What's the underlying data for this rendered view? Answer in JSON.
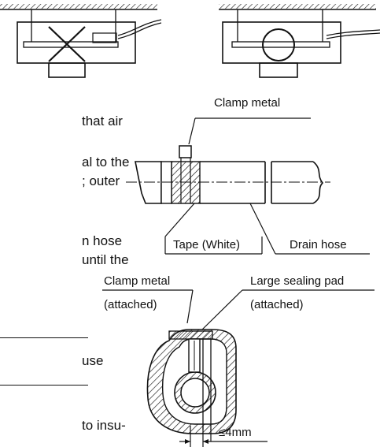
{
  "page": {
    "text_fragments": [
      "that air",
      "al to the",
      "; outer",
      "n hose",
      "until the",
      "use",
      "to insu-"
    ]
  },
  "labels": {
    "clamp_metal_top": "Clamp metal",
    "tape": "Tape (White)",
    "drain_hose": "Drain hose",
    "clamp_metal_bottom": "Clamp metal",
    "clamp_attached": "(attached)",
    "sealing_pad": "Large sealing pad",
    "sealing_attached": "(attached)",
    "gap": "≤4mm"
  },
  "icons": {
    "wrong_symbol": "x-mark-icon",
    "correct_symbol": "circle-check-icon"
  }
}
